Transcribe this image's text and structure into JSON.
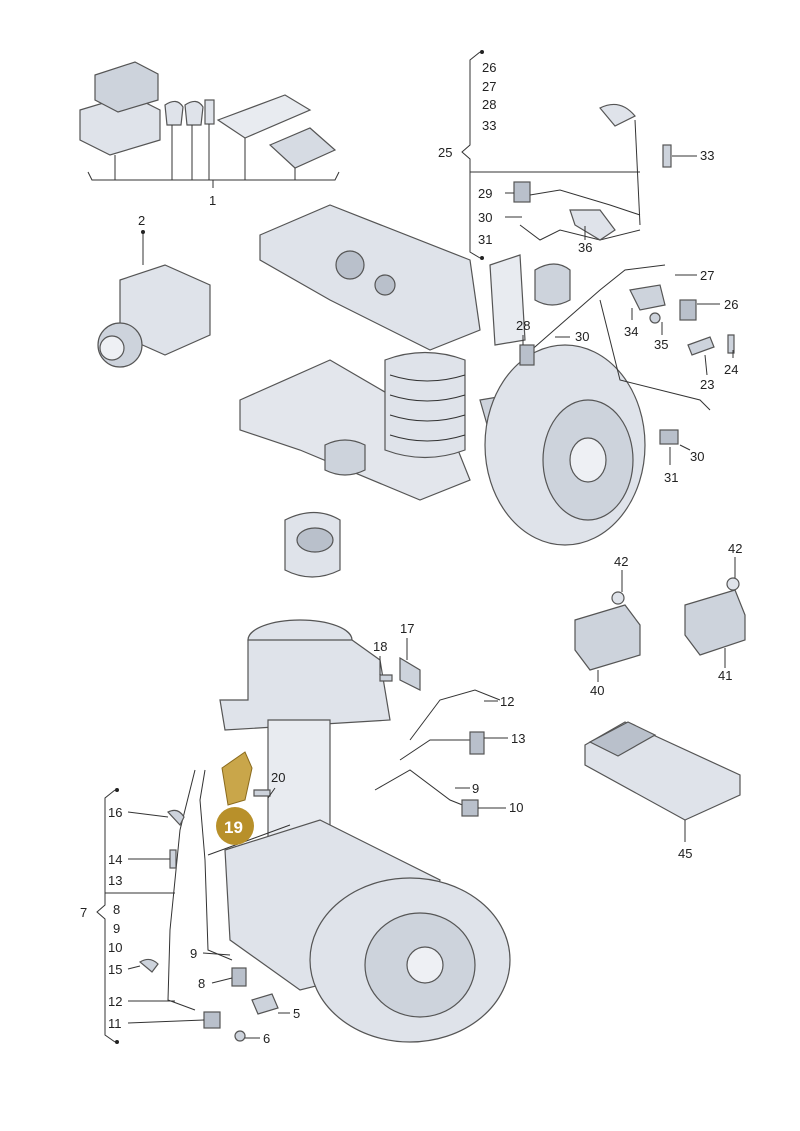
{
  "callouts": {
    "n1": "1",
    "n2": "2",
    "n25": "25",
    "n26a": "26",
    "n27a": "27",
    "n28a": "28",
    "n33a": "33",
    "n33b": "33",
    "n29": "29",
    "n30a": "30",
    "n31a": "31",
    "n36": "36",
    "n27b": "27",
    "n26b": "26",
    "n28b": "28",
    "n30b": "30",
    "n34": "34",
    "n35": "35",
    "n24": "24",
    "n23": "23",
    "n30c": "30",
    "n31b": "31",
    "n42a": "42",
    "n42b": "42",
    "n40": "40",
    "n41": "41",
    "n45": "45",
    "n17": "17",
    "n18": "18",
    "n12a": "12",
    "n13a": "13",
    "n20": "20",
    "n19": "19",
    "n9a": "9",
    "n10a": "10",
    "n16": "16",
    "n14": "14",
    "n13b": "13",
    "n7": "7",
    "n8a": "8",
    "n9b": "9",
    "n10b": "10",
    "n9c": "9",
    "n15": "15",
    "n8b": "8",
    "n12b": "12",
    "n11": "11",
    "n5": "5",
    "n6": "6"
  },
  "colors": {
    "highlight": "#b8902a",
    "part_fill": "#dfe3ea",
    "part_shade": "#b9c0cb",
    "line": "#333333"
  }
}
